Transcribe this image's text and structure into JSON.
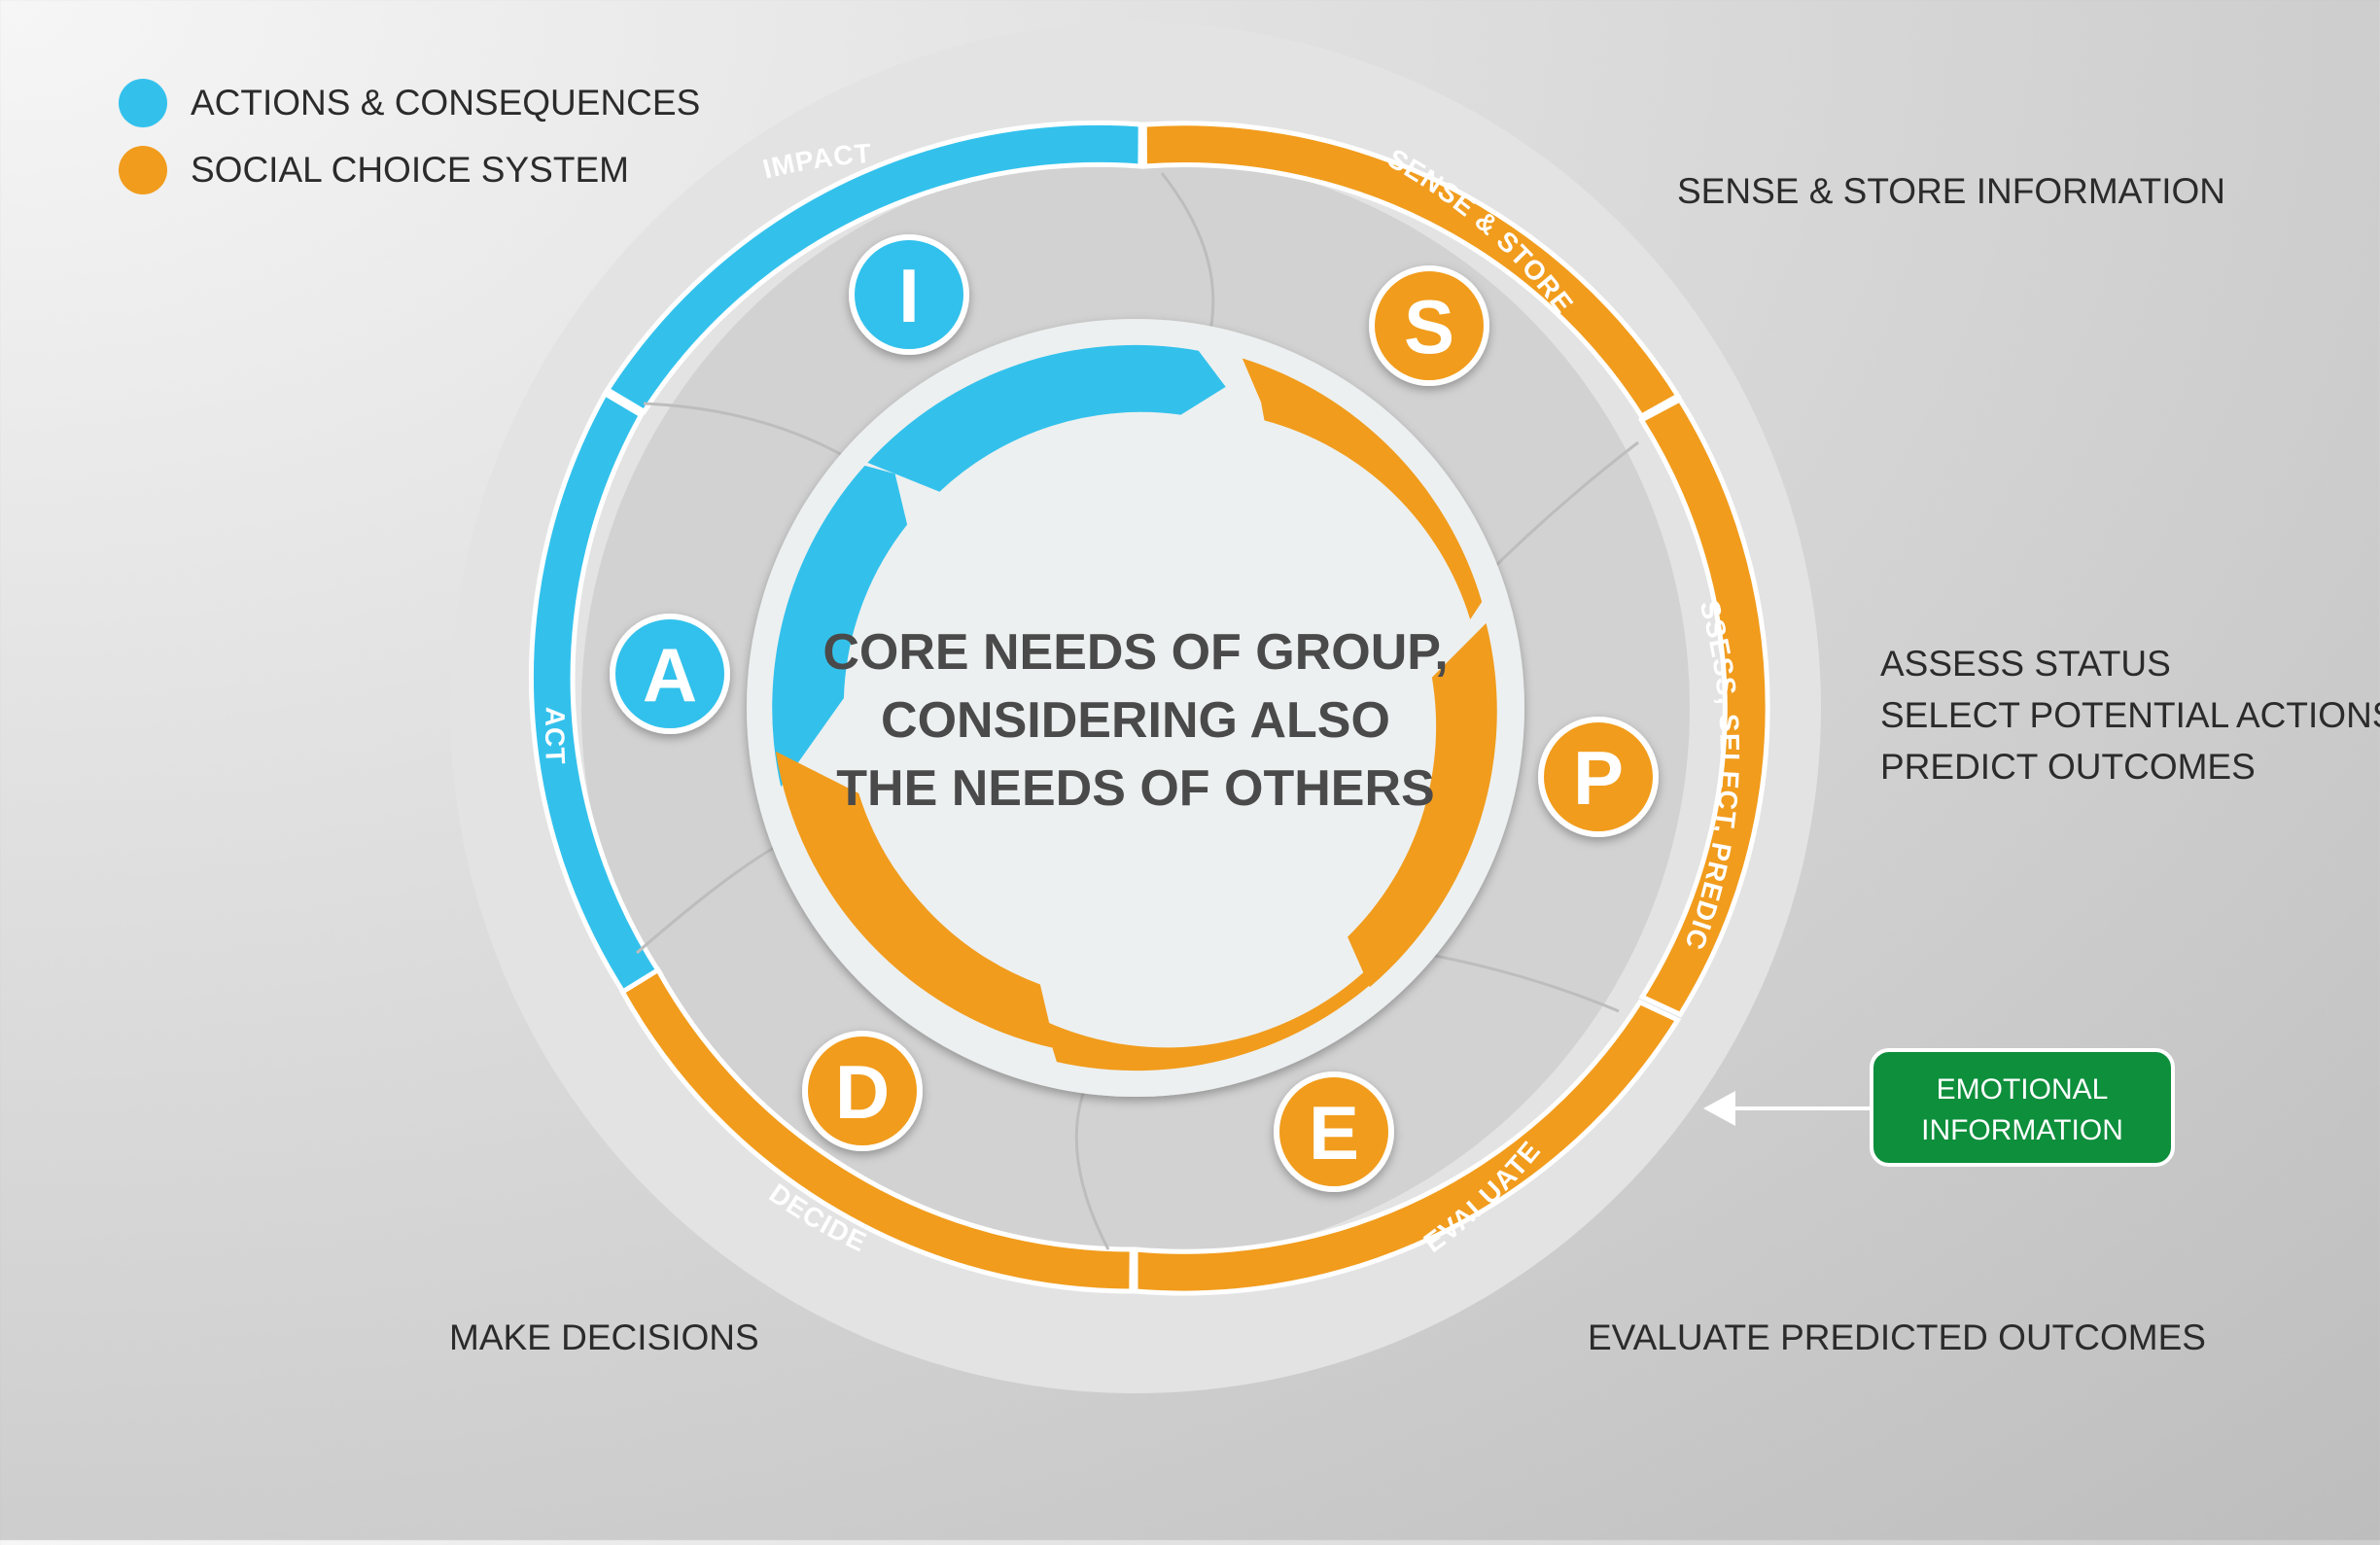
{
  "legend": [
    {
      "label": "ACTIONS & CONSEQUENCES",
      "color": "#33c1ec"
    },
    {
      "label": "SOCIAL CHOICE SYSTEM",
      "color": "#f19c1d"
    }
  ],
  "ring_labels": {
    "impact": "IMPACT",
    "sense": "SENSE & STORE",
    "assess": "ASSESS, SELECT, PREDICT",
    "evaluate": "EVALUATE",
    "decide": "DECIDE",
    "act": "ACT"
  },
  "letters": {
    "i": "I",
    "s": "S",
    "p": "P",
    "e": "E",
    "d": "D",
    "a": "A"
  },
  "center": [
    "CORE NEEDS OF GROUP,",
    "CONSIDERING ALSO",
    "THE NEEDS OF OTHERS"
  ],
  "side_labels": {
    "sense": "SENSE & STORE INFORMATION",
    "assess": [
      "ASSESS STATUS",
      "SELECT POTENTIAL ACTIONS",
      "PREDICT OUTCOMES"
    ],
    "evaluate": "EVALUATE PREDICTED OUTCOMES",
    "decide": "MAKE DECISIONS"
  },
  "emotional": [
    "EMOTIONAL",
    "INFORMATION"
  ],
  "colors": {
    "blue": "#33c1ec",
    "orange": "#f19c1d",
    "green": "#0e8f3c"
  }
}
